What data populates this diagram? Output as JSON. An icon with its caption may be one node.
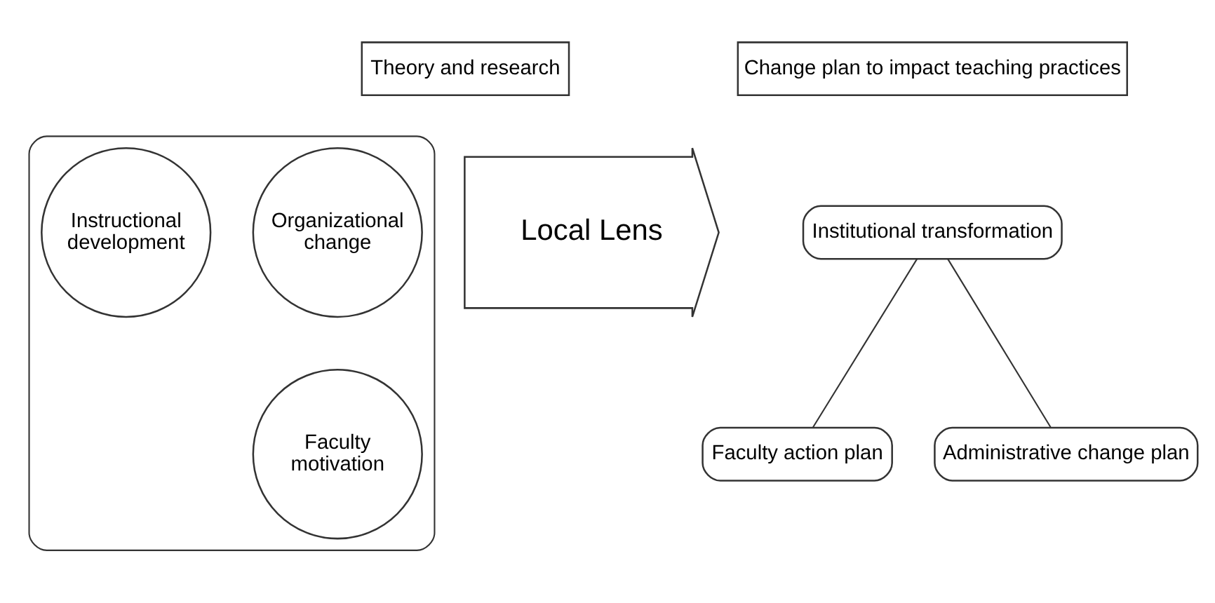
{
  "diagram": {
    "nodes": [
      {
        "text": [
          "Theory and research"
        ]
      },
      {
        "text": [
          "Change plan to impact teaching practices"
        ]
      },
      {
        "text": [],
        "shape": "funnel"
      },
      {
        "text": [
          "Organizational change"
        ],
        "in": 2
      },
      {
        "text": [
          "Instructional development"
        ],
        "in": 2
      },
      {
        "text": [
          "Faculty motivation"
        ],
        "in": 2
      },
      {
        "text": [
          "Local Lens"
        ]
      },
      {
        "text": [
          "Institutional transformation"
        ]
      },
      {
        "text": [
          "Faculty action plan"
        ]
      },
      {
        "text": [
          "Administrative change plan"
        ]
      }
    ],
    "edges": [
      {
        "from": 7,
        "to": 8,
        "arrow": "none"
      },
      {
        "from": 7,
        "to": 9,
        "arrow": "none"
      }
    ]
  }
}
